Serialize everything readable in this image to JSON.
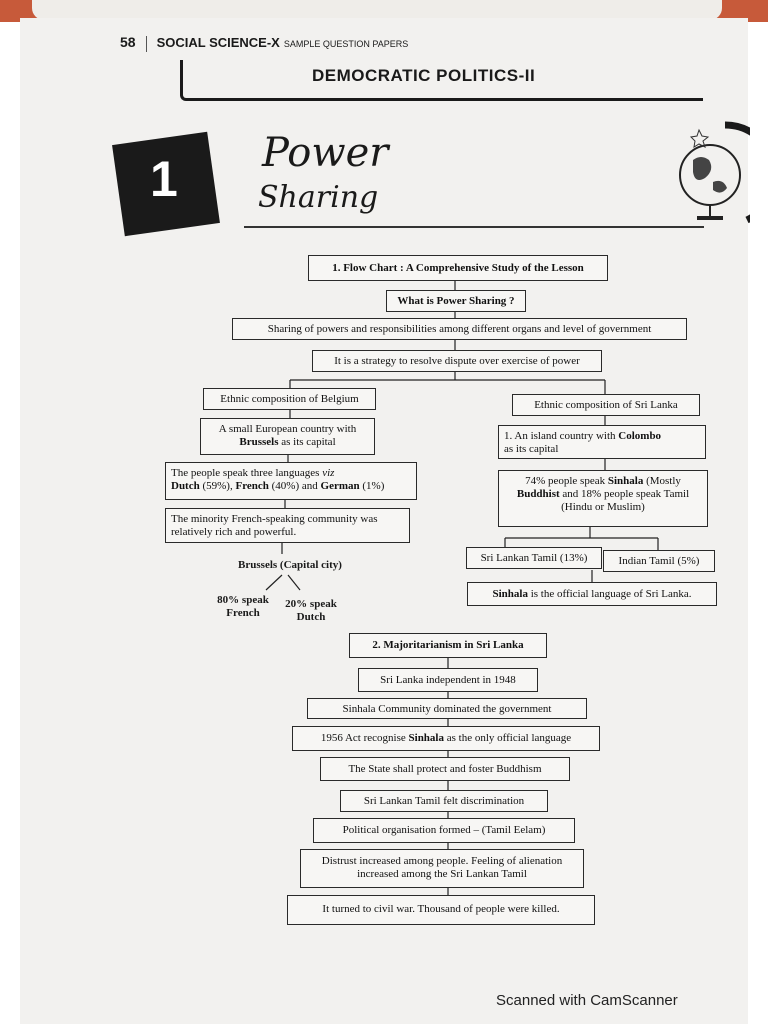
{
  "header": {
    "page_number": "58",
    "subject": "SOCIAL SCIENCE-X",
    "subtitle": "SAMPLE QUESTION PAPERS"
  },
  "unit_title": "DEMOCRATIC POLITICS-II",
  "chapter": {
    "number": "1",
    "title_line1": "Power",
    "title_line2": "Sharing"
  },
  "flow1": {
    "heading": "1. Flow Chart : A Comprehensive Study of the Lesson",
    "what": "What is Power Sharing ?",
    "sharing": "Sharing of powers and responsibilities among different organs  and level of government",
    "strategy": "It is a strategy to resolve dispute over exercise of power",
    "belgium": {
      "title": "Ethnic composition of Belgium",
      "b1_pre": "A small European country with",
      "b1_bold": "Brussels",
      "b1_post": " as its capital",
      "b2_pre": "The people speak three languages ",
      "b2_viz": "viz",
      "b2_dutch": "Dutch",
      "b2_dutch_pct": " (59%), ",
      "b2_french": "French",
      "b2_french_pct": " (40%) and ",
      "b2_german": "German",
      "b2_german_pct": " (1%)",
      "b3": "The minority French-speaking community was relatively rich and powerful.",
      "capital_pre": "Brussels ",
      "capital_post": "(Capital city)",
      "french": "80% speak French",
      "dutch": "20% speak Dutch"
    },
    "srilanka": {
      "title": "Ethnic composition of Sri Lanka",
      "b1_pre": "1. An island country with ",
      "b1_bold": "Colombo",
      "b1_post": " as its capital",
      "b2_pre": "74% people speak ",
      "b2_sinhala": "Sinhala",
      "b2_mid": " (Mostly ",
      "b2_buddhist": "Buddhist",
      "b2_post": " and 18% people speak Tamil (Hindu or Muslim)",
      "tamil1": "Sri Lankan Tamil (13%)",
      "tamil2": "Indian Tamil (5%)",
      "official_bold": "Sinhala",
      "official_post": " is the official language of Sri Lanka."
    }
  },
  "flow2": {
    "heading": "2. Majoritarianism in Sri Lanka",
    "steps": [
      "Sri Lanka independent in 1948",
      "Sinhala Community dominated the government",
      "The State shall protect and foster Buddhism",
      "Sri Lankan Tamil felt discrimination",
      "Political organisation formed – (Tamil Eelam)",
      "Distrust increased among people. Feeling of alienation increased among the Sri Lankan Tamil",
      "It turned to civil war. Thousand of people were killed."
    ],
    "act_pre": "1956 Act recognise ",
    "act_bold": "Sinhala",
    "act_post": " as the only official language"
  },
  "footer": "Scanned with CamScanner"
}
